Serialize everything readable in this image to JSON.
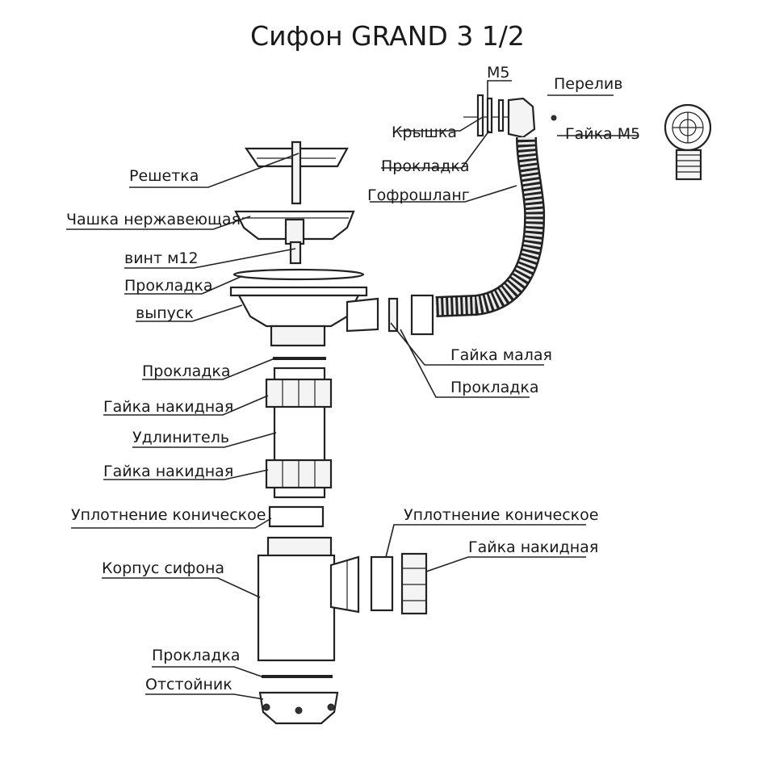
{
  "title": "Сифон GRAND 3 1/2",
  "labels": {
    "m5": "M5",
    "pereliv": "Перелив",
    "kryshka": "Крышка",
    "gaika_m5": "Гайка М5",
    "prokladka_top": "Прокладка",
    "gofroshlang": "Гофрошланг",
    "reshetka": "Решетка",
    "chashka": "Чашка нержавеющая",
    "vint": "винт м12",
    "prokladka_vypusk": "Прокладка",
    "vypusk": "выпуск",
    "gaika_malaya": "Гайка малая",
    "prokladka_side": "Прокладка",
    "prokladka_mid": "Прокладка",
    "gaika_nakidnaya_1": "Гайка накидная",
    "udlinitel": "Удлинитель",
    "gaika_nakidnaya_2": "Гайка накидная",
    "uplotnenie_left": "Уплотнение коническое",
    "uplotnenie_right": "Уплотнение коническое",
    "gaika_nakidnaya_3": "Гайка накидная",
    "korpus": "Корпус сифона",
    "prokladka_bottom": "Прокладка",
    "otstoynik": "Отстойник"
  }
}
